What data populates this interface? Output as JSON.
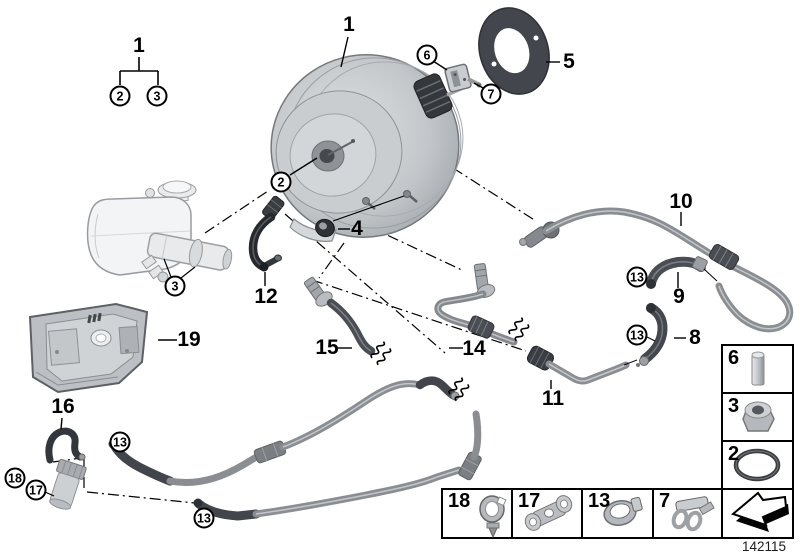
{
  "diagram_number": "142115",
  "callouts": {
    "tree_parent": "1",
    "tree_child_left": "2",
    "tree_child_right": "3",
    "booster": "1",
    "clevis": "6",
    "clevis_pin": "7",
    "gasket": "5",
    "reservoir": "2",
    "seal": "3",
    "grommet": "4",
    "vacuum_pipe_12": "12",
    "hose_15": "15",
    "hose_14": "14",
    "pipe_11": "11",
    "pipe_10": "10",
    "hose_9": "9",
    "hose_8": "8",
    "clamp_13_upper_right": "13",
    "clamp_13_lower_right": "13",
    "clamp_13_left": "13",
    "clamp_13_bottom": "13",
    "cover_19": "19",
    "hose_16": "16",
    "holder_18": "18",
    "valve_17": "17"
  },
  "legend": {
    "row": [
      {
        "key": "holder",
        "label": "18",
        "icon": "hose-holder-icon"
      },
      {
        "key": "bracket",
        "label": "17",
        "icon": "double-eye-bracket-icon"
      },
      {
        "key": "clamp",
        "label": "13",
        "icon": "hose-clamp-icon"
      },
      {
        "key": "clip",
        "label": "7",
        "icon": "spring-clip-icon"
      }
    ],
    "column": [
      {
        "key": "pin",
        "label": "6",
        "icon": "dowel-pin-icon"
      },
      {
        "key": "nut",
        "label": "3",
        "icon": "hex-nut-icon"
      },
      {
        "key": "oring",
        "label": "2",
        "icon": "o-ring-icon"
      },
      {
        "key": "arrow",
        "label": "",
        "icon": "direction-arrow-icon"
      }
    ]
  },
  "colors": {
    "background": "#ffffff",
    "line": "#000000",
    "pipe_gray": "#8a8e92",
    "hose_dark": "#42464c",
    "part_light": "#cfd3d6",
    "gasket_dark": "#43474d"
  }
}
